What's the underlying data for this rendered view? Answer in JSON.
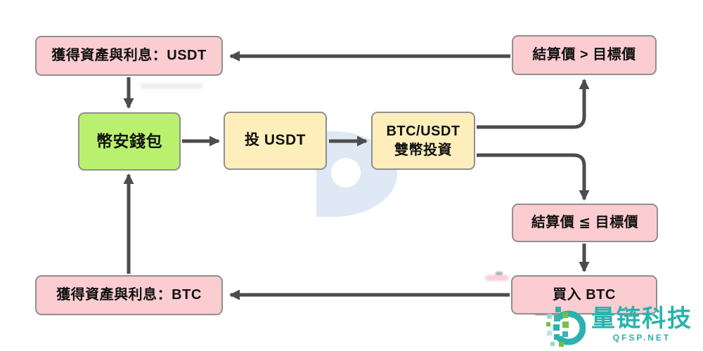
{
  "diagram": {
    "nodes": {
      "gain_usdt": {
        "label": "獲得資產與利息：USDT",
        "fill": "#fbcdd0"
      },
      "settle_gt": {
        "label": "結算價 > 目標價",
        "fill": "#fbcdd0"
      },
      "wallet": {
        "label": "幣安錢包",
        "fill": "#b9f16e"
      },
      "invest_usdt": {
        "label": "投 USDT",
        "fill": "#fdeebc"
      },
      "dual_invest": {
        "label": "BTC/USDT\n雙幣投資",
        "fill": "#fdeebc"
      },
      "settle_le": {
        "label": "結算價 ≦ 目標價",
        "fill": "#fbcdd0"
      },
      "buy_btc": {
        "label": "買入 BTC",
        "fill": "#fbcdd0"
      },
      "gain_btc": {
        "label": "獲得資產與利息：BTC",
        "fill": "#fbcdd0"
      }
    },
    "edges": [
      {
        "from": "結算價 > 目標價",
        "to": "獲得資產與利息：USDT"
      },
      {
        "from": "獲得資產與利息：USDT",
        "to": "幣安錢包"
      },
      {
        "from": "幣安錢包",
        "to": "投 USDT"
      },
      {
        "from": "投 USDT",
        "to": "BTC/USDT 雙幣投資"
      },
      {
        "from": "BTC/USDT 雙幣投資",
        "to": "結算價 > 目標價"
      },
      {
        "from": "BTC/USDT 雙幣投資",
        "to": "結算價 ≦ 目標價"
      },
      {
        "from": "結算價 ≦ 目標價",
        "to": "買入 BTC"
      },
      {
        "from": "買入 BTC",
        "to": "獲得資產與利息：BTC"
      },
      {
        "from": "獲得資產與利息：BTC",
        "to": "幣安錢包"
      }
    ],
    "colors": {
      "arrow": "#4c4c4c",
      "node_border": "#8f8f8f",
      "pink": "#fbcdd0",
      "green": "#b9f16e",
      "yellow": "#fdeebc",
      "text": "#111111"
    }
  },
  "watermark": {
    "letter": "D",
    "color": "#dfe9f5"
  },
  "logo": {
    "brand": "量链科技",
    "site": "QFSP.NET",
    "color": "#29b2ae"
  }
}
